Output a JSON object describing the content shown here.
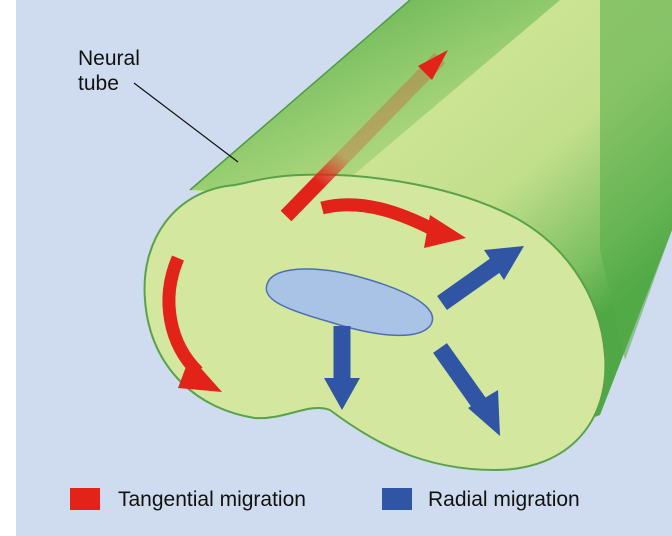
{
  "labels": {
    "structure_line1": "Neural",
    "structure_line2": "tube"
  },
  "legend": {
    "items": [
      {
        "label": "Tangential migration",
        "color": "#e2231a"
      },
      {
        "label": "Radial migration",
        "color": "#2f55a4"
      }
    ]
  },
  "colors": {
    "background": "#cfdcef",
    "tube_dark": "#4fa845",
    "tube_light": "#c9e394",
    "cross_section": "#d4e79e",
    "lumen": "#a9c3e6",
    "tangential": "#e2231a",
    "radial": "#2f55a4"
  }
}
